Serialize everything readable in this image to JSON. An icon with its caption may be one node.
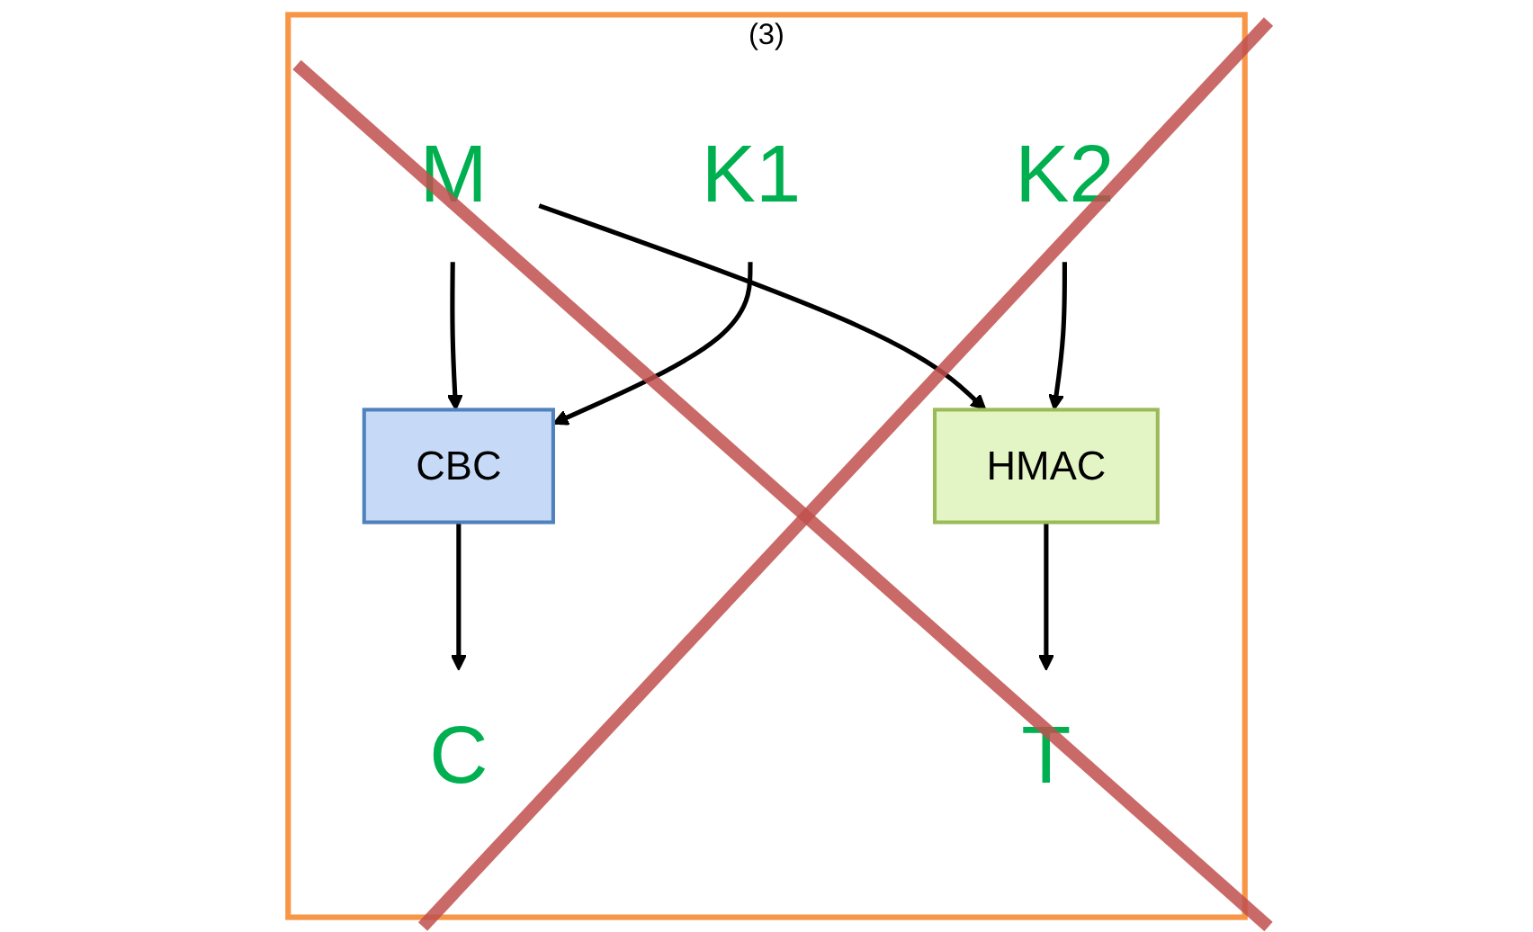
{
  "diagram": {
    "nodes": [
      {
        "text": [
          "(3)"
        ]
      },
      {
        "text": [
          "M"
        ],
        "in": 0
      },
      {
        "text": [
          "K1"
        ],
        "in": 0
      },
      {
        "text": [
          "CBC"
        ],
        "in": 0
      },
      {
        "text": [
          "HMAC"
        ],
        "in": 0
      },
      {
        "text": [
          "K2"
        ],
        "in": 0
      },
      {
        "text": [
          "C"
        ],
        "in": 0
      },
      {
        "text": [
          "T"
        ],
        "in": 0
      }
    ],
    "edges": [
      {
        "from": 1,
        "to": 3,
        "arrow": "to"
      },
      {
        "from": 1,
        "to": 4,
        "arrow": "to"
      },
      {
        "from": 2,
        "to": 3,
        "arrow": "to"
      },
      {
        "from": 5,
        "to": 4,
        "arrow": "to"
      },
      {
        "from": 3,
        "to": 6,
        "arrow": "to"
      },
      {
        "from": 4,
        "to": 7,
        "arrow": "to"
      }
    ]
  }
}
